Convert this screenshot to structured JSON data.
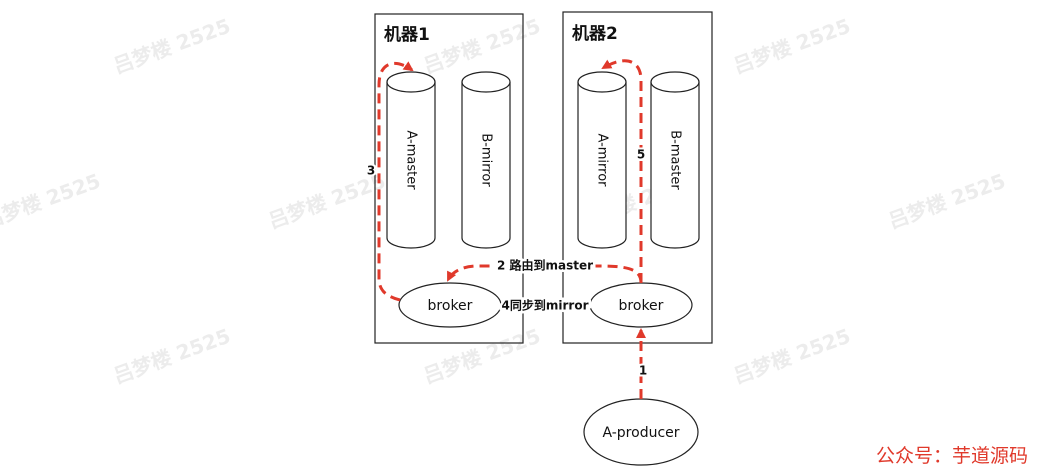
{
  "watermark": "吕梦楼 2525",
  "machines": [
    {
      "title": "机器1",
      "db_left": "A-master",
      "db_right": "B-mirror",
      "broker": "broker"
    },
    {
      "title": "机器2",
      "db_left": "A-mirror",
      "db_right": "B-master",
      "broker": "broker"
    }
  ],
  "producer": "A-producer",
  "steps": {
    "s1": "1",
    "s2": "2 路由到master",
    "s3": "3",
    "s4": "4同步到mirror",
    "s5": "5"
  },
  "footer": "公众号：芋道源码",
  "colors": {
    "arrow": "#e0392b",
    "stroke": "#222222"
  }
}
